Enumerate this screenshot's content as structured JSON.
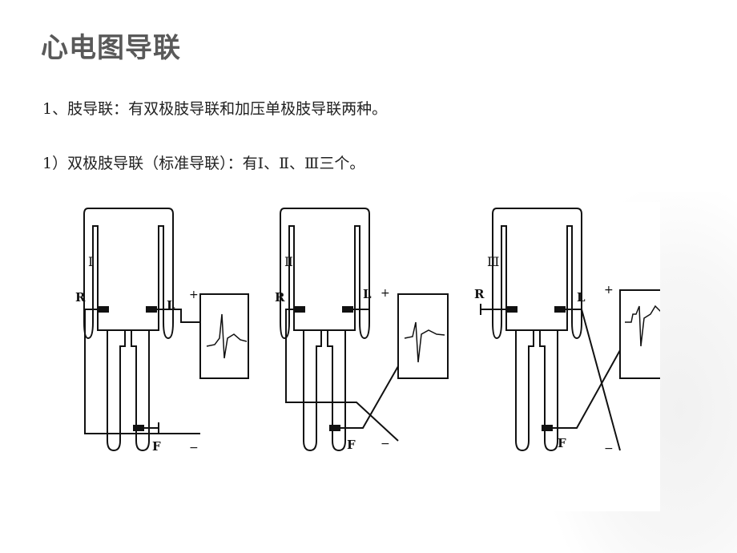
{
  "slide": {
    "title": "心电图导联",
    "line1": "1、肢导联：有双极肢导联和加压单极肢导联两种。",
    "line2": "1）双极肢导联（标准导联）：有Ⅰ、Ⅱ、Ⅲ三个。"
  },
  "figure": {
    "panels": [
      {
        "lead": "Ⅰ",
        "right_arm": "R",
        "left_arm": "L",
        "left_leg": "F",
        "plus": "+",
        "minus": "−"
      },
      {
        "lead": "Ⅱ",
        "right_arm": "R",
        "left_arm": "L",
        "left_leg": "F",
        "plus": "+",
        "minus": "−"
      },
      {
        "lead": "Ⅲ",
        "right_arm": "R",
        "left_arm": "L",
        "left_leg": "F",
        "plus": "+",
        "minus": "−"
      }
    ]
  }
}
